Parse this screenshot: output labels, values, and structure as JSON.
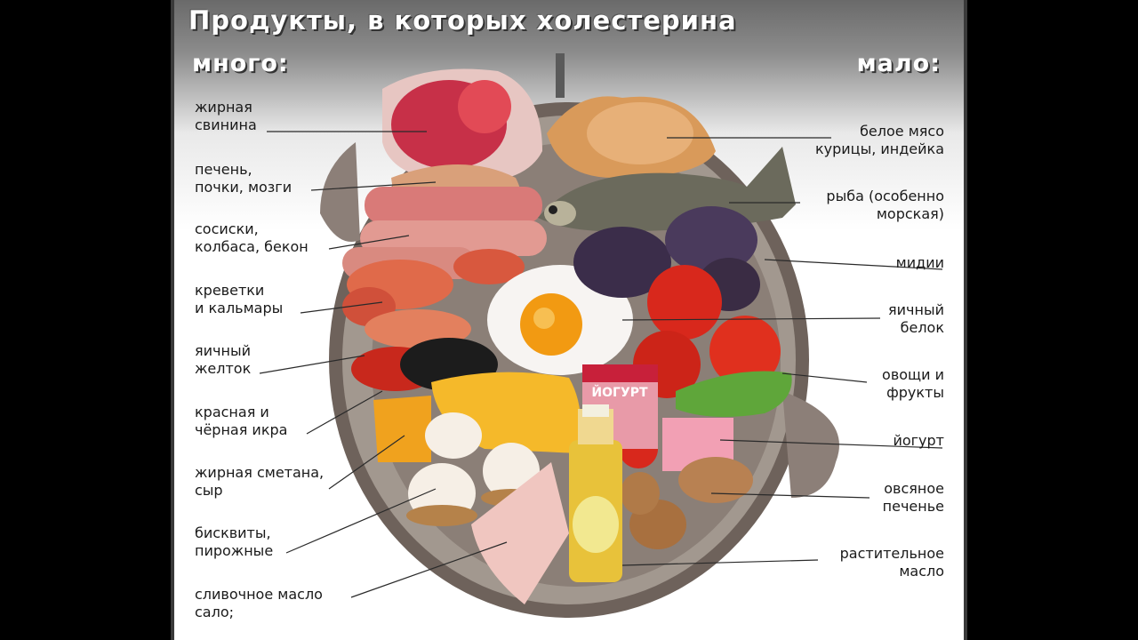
{
  "title": "Продукты, в которых холестерина",
  "columns": {
    "left": "много:",
    "right": "мало:"
  },
  "left_items": [
    {
      "lines": [
        "жирная",
        "свинина"
      ]
    },
    {
      "lines": [
        "печень,",
        "почки, мозги"
      ]
    },
    {
      "lines": [
        "сосиски,",
        "колбаса, бекон"
      ]
    },
    {
      "lines": [
        "креветки",
        "и кальмары"
      ]
    },
    {
      "lines": [
        "яичный",
        "желток"
      ]
    },
    {
      "lines": [
        "красная и",
        "чёрная икра"
      ]
    },
    {
      "lines": [
        "жирная сметана,",
        "сыр"
      ]
    },
    {
      "lines": [
        "бисквиты,",
        "пирожные"
      ]
    },
    {
      "lines": [
        "сливочное масло",
        "сало;"
      ]
    }
  ],
  "right_items": [
    {
      "lines": [
        "белое мясо",
        "курицы, индейка"
      ]
    },
    {
      "lines": [
        "рыба (особенно",
        "морская)"
      ]
    },
    {
      "lines": [
        "мидии"
      ]
    },
    {
      "lines": [
        "яичный",
        "белок"
      ]
    },
    {
      "lines": [
        "овощи и",
        "фрукты"
      ]
    },
    {
      "lines": [
        "йогурт"
      ]
    },
    {
      "lines": [
        "овсяное",
        "печенье"
      ]
    },
    {
      "lines": [
        "растительное",
        "масло"
      ]
    }
  ],
  "packaging_text": {
    "yogurt": "ЙОГУРТ"
  },
  "colors": {
    "plate": "#8a7f78",
    "meat": "#c8324a",
    "yolk": "#f29a12",
    "cheese": "#f5b92a",
    "vegetable": "#d8281c"
  }
}
